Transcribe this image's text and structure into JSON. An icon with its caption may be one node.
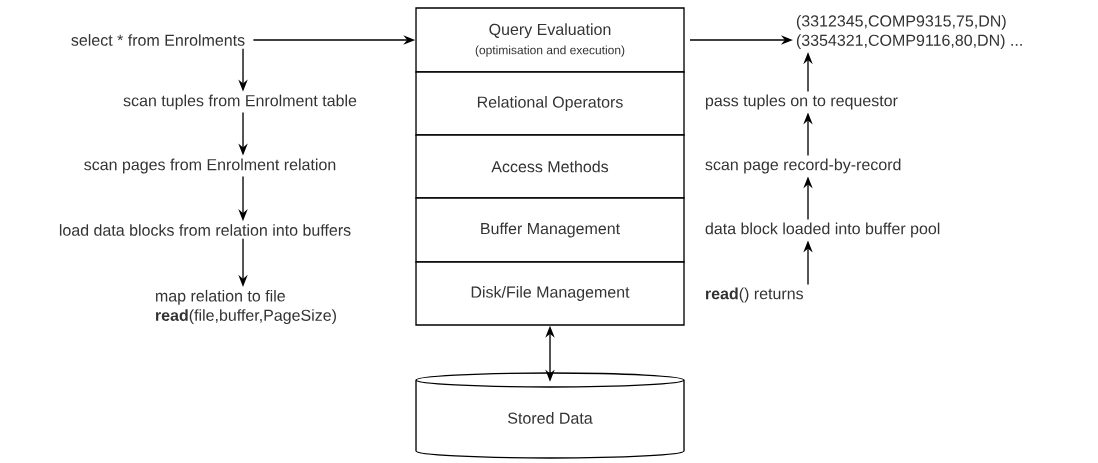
{
  "diagram": {
    "nodes": [
      {
        "text": [
          "select * from Enrolments"
        ]
      },
      {
        "text": [
          "scan tuples from Enrolment table"
        ]
      },
      {
        "text": [
          "scan pages from Enrolment relation"
        ]
      },
      {
        "text": [
          "load data blocks from relation into buffers"
        ]
      },
      {
        "text": [
          "map relation to file",
          "**read**(file,buffer,PageSize)"
        ]
      },
      {
        "text": [
          "Query Evaluation",
          "(optimisation and execution)"
        ]
      },
      {
        "text": [
          "Relational Operators"
        ]
      },
      {
        "text": [
          "Access Methods"
        ]
      },
      {
        "text": [
          "Buffer Management"
        ]
      },
      {
        "text": [
          "Disk/File Management"
        ]
      },
      {
        "text": [
          "Stored Data"
        ]
      },
      {
        "text": [
          "(3312345,COMP9315,75,DN)",
          "(3354321,COMP9116,80,DN) ..."
        ]
      },
      {
        "text": [
          "pass tuples on to requestor"
        ]
      },
      {
        "text": [
          "scan page record-by-record"
        ]
      },
      {
        "text": [
          "data block loaded into buffer pool"
        ]
      },
      {
        "text": [
          "**read**() returns"
        ]
      }
    ],
    "edges": [
      {
        "from": 0,
        "to": 5,
        "arrow": "to"
      },
      {
        "from": 0,
        "to": 1,
        "arrow": "to"
      },
      {
        "from": 1,
        "to": 2,
        "arrow": "to"
      },
      {
        "from": 2,
        "to": 3,
        "arrow": "to"
      },
      {
        "from": 3,
        "to": 4,
        "arrow": "to"
      },
      {
        "from": 9,
        "to": 10,
        "arrow": "both"
      },
      {
        "from": 5,
        "to": 11,
        "arrow": "to"
      },
      {
        "from": 15,
        "to": 14,
        "arrow": "to"
      },
      {
        "from": 14,
        "to": 13,
        "arrow": "to"
      },
      {
        "from": 13,
        "to": 12,
        "arrow": "to"
      },
      {
        "from": 12,
        "to": 11,
        "arrow": "to"
      }
    ]
  }
}
